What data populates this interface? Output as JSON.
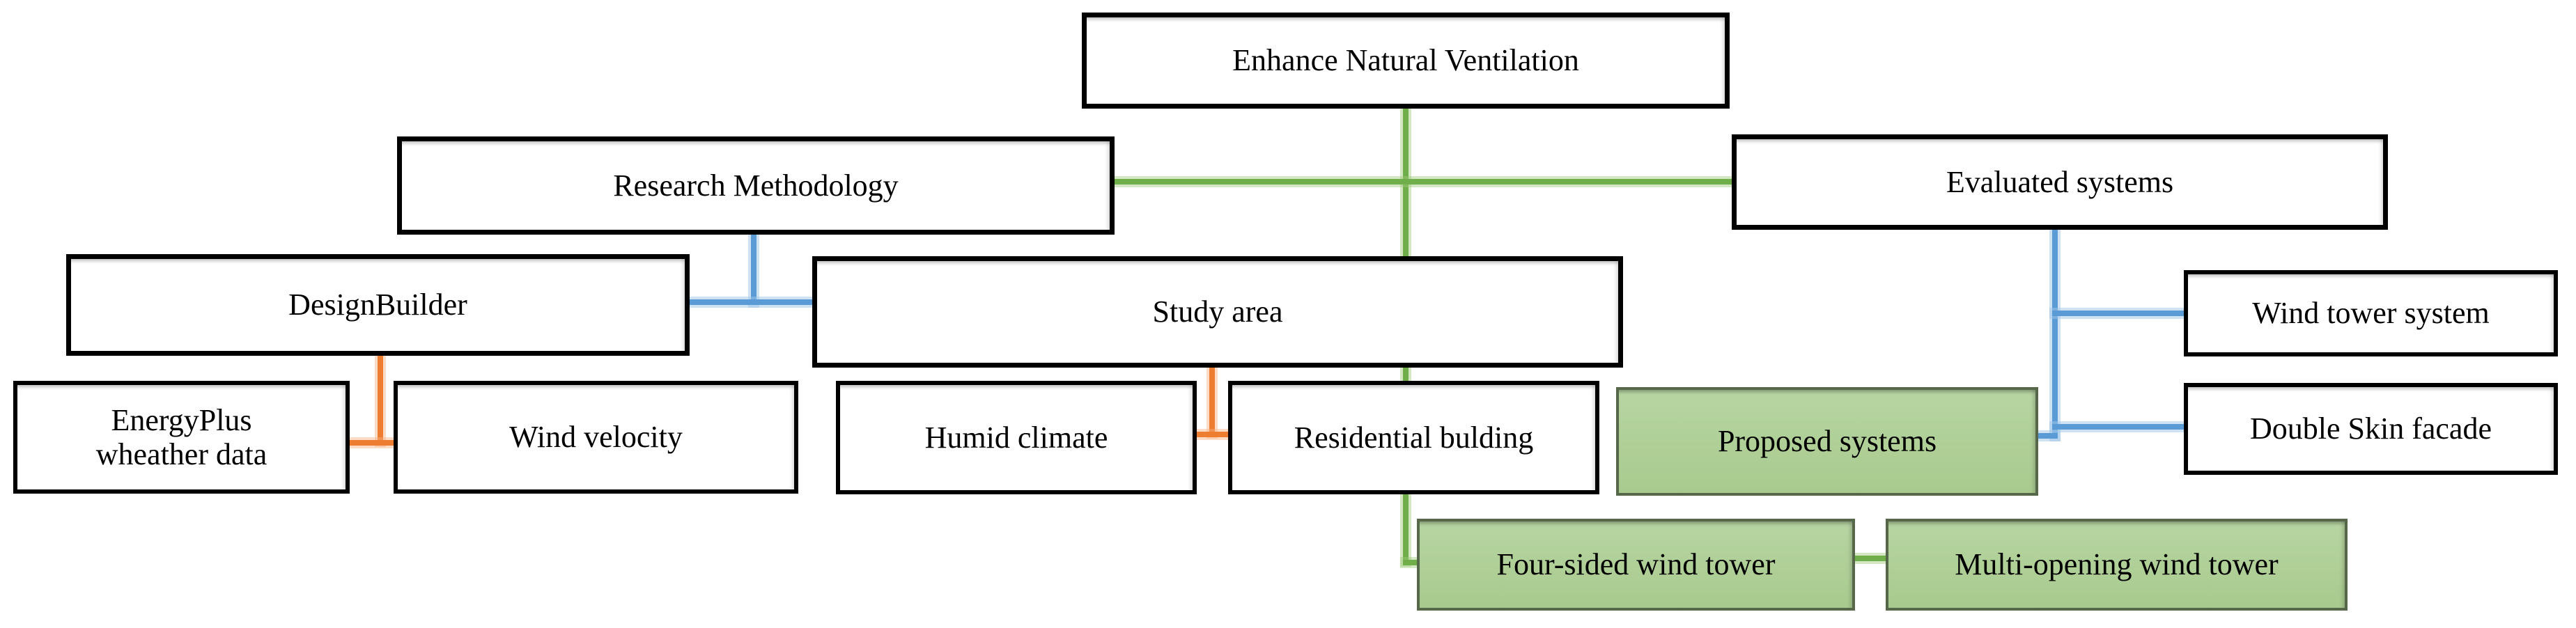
{
  "diagram": {
    "type": "flowchart",
    "title": "Enhance Natural Ventilation",
    "colors": {
      "background": "#ffffff",
      "box_border": "#000000",
      "green_line": "#6fae4b",
      "blue_line": "#5b9bd5",
      "orange_line": "#ed7d31",
      "green_fill": "#b7d5a2",
      "green_border": "#57684a"
    },
    "nodes": {
      "enhance": {
        "label": "Enhance Natural Ventilation",
        "style": "white"
      },
      "research": {
        "label": "Research Methodology",
        "style": "white"
      },
      "evaluated": {
        "label": "Evaluated systems",
        "style": "white"
      },
      "designbuilder": {
        "label": "DesignBuilder",
        "style": "white"
      },
      "study_area": {
        "label": "Study area",
        "style": "white"
      },
      "energyplus": {
        "label": "EnergyPlus wheather data",
        "style": "white"
      },
      "wind_velocity": {
        "label": "Wind velocity",
        "style": "white"
      },
      "humid_climate": {
        "label": "Humid climate",
        "style": "white"
      },
      "residential": {
        "label": "Residential bulding",
        "style": "white"
      },
      "proposed": {
        "label": "Proposed systems",
        "style": "green"
      },
      "wind_tower": {
        "label": "Wind tower system",
        "style": "white"
      },
      "double_skin": {
        "label": "Double Skin facade",
        "style": "white"
      },
      "four_sided": {
        "label": "Four-sided wind tower",
        "style": "green"
      },
      "multi_opening": {
        "label": "Multi-opening wind tower",
        "style": "green"
      }
    },
    "edges": [
      {
        "from": "enhance",
        "to": "four_sided",
        "color": "green"
      },
      {
        "from": "research",
        "to": "evaluated",
        "color": "green"
      },
      {
        "from": "four_sided",
        "to": "multi_opening",
        "color": "green"
      },
      {
        "from": "research",
        "to": "designbuilder",
        "color": "blue"
      },
      {
        "from": "research",
        "to": "study_area",
        "color": "blue"
      },
      {
        "from": "evaluated",
        "to": "wind_tower",
        "color": "blue"
      },
      {
        "from": "evaluated",
        "to": "double_skin",
        "color": "blue"
      },
      {
        "from": "evaluated",
        "to": "proposed",
        "color": "blue"
      },
      {
        "from": "designbuilder",
        "to": "energyplus",
        "color": "orange"
      },
      {
        "from": "designbuilder",
        "to": "wind_velocity",
        "color": "orange"
      },
      {
        "from": "study_area",
        "to": "humid_climate",
        "color": "orange"
      },
      {
        "from": "study_area",
        "to": "residential",
        "color": "orange"
      }
    ]
  }
}
